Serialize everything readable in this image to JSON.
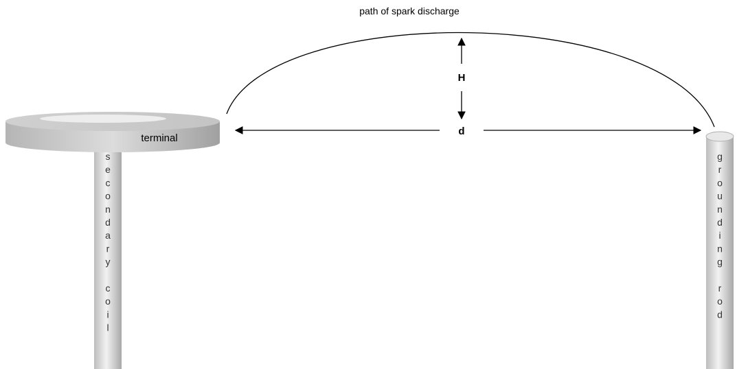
{
  "labels": {
    "path": "path of spark discharge",
    "height": "H",
    "distance": "d",
    "terminal": "terminal",
    "secondary_coil": "secondary coil",
    "grounding_rod": "grounding rod"
  }
}
